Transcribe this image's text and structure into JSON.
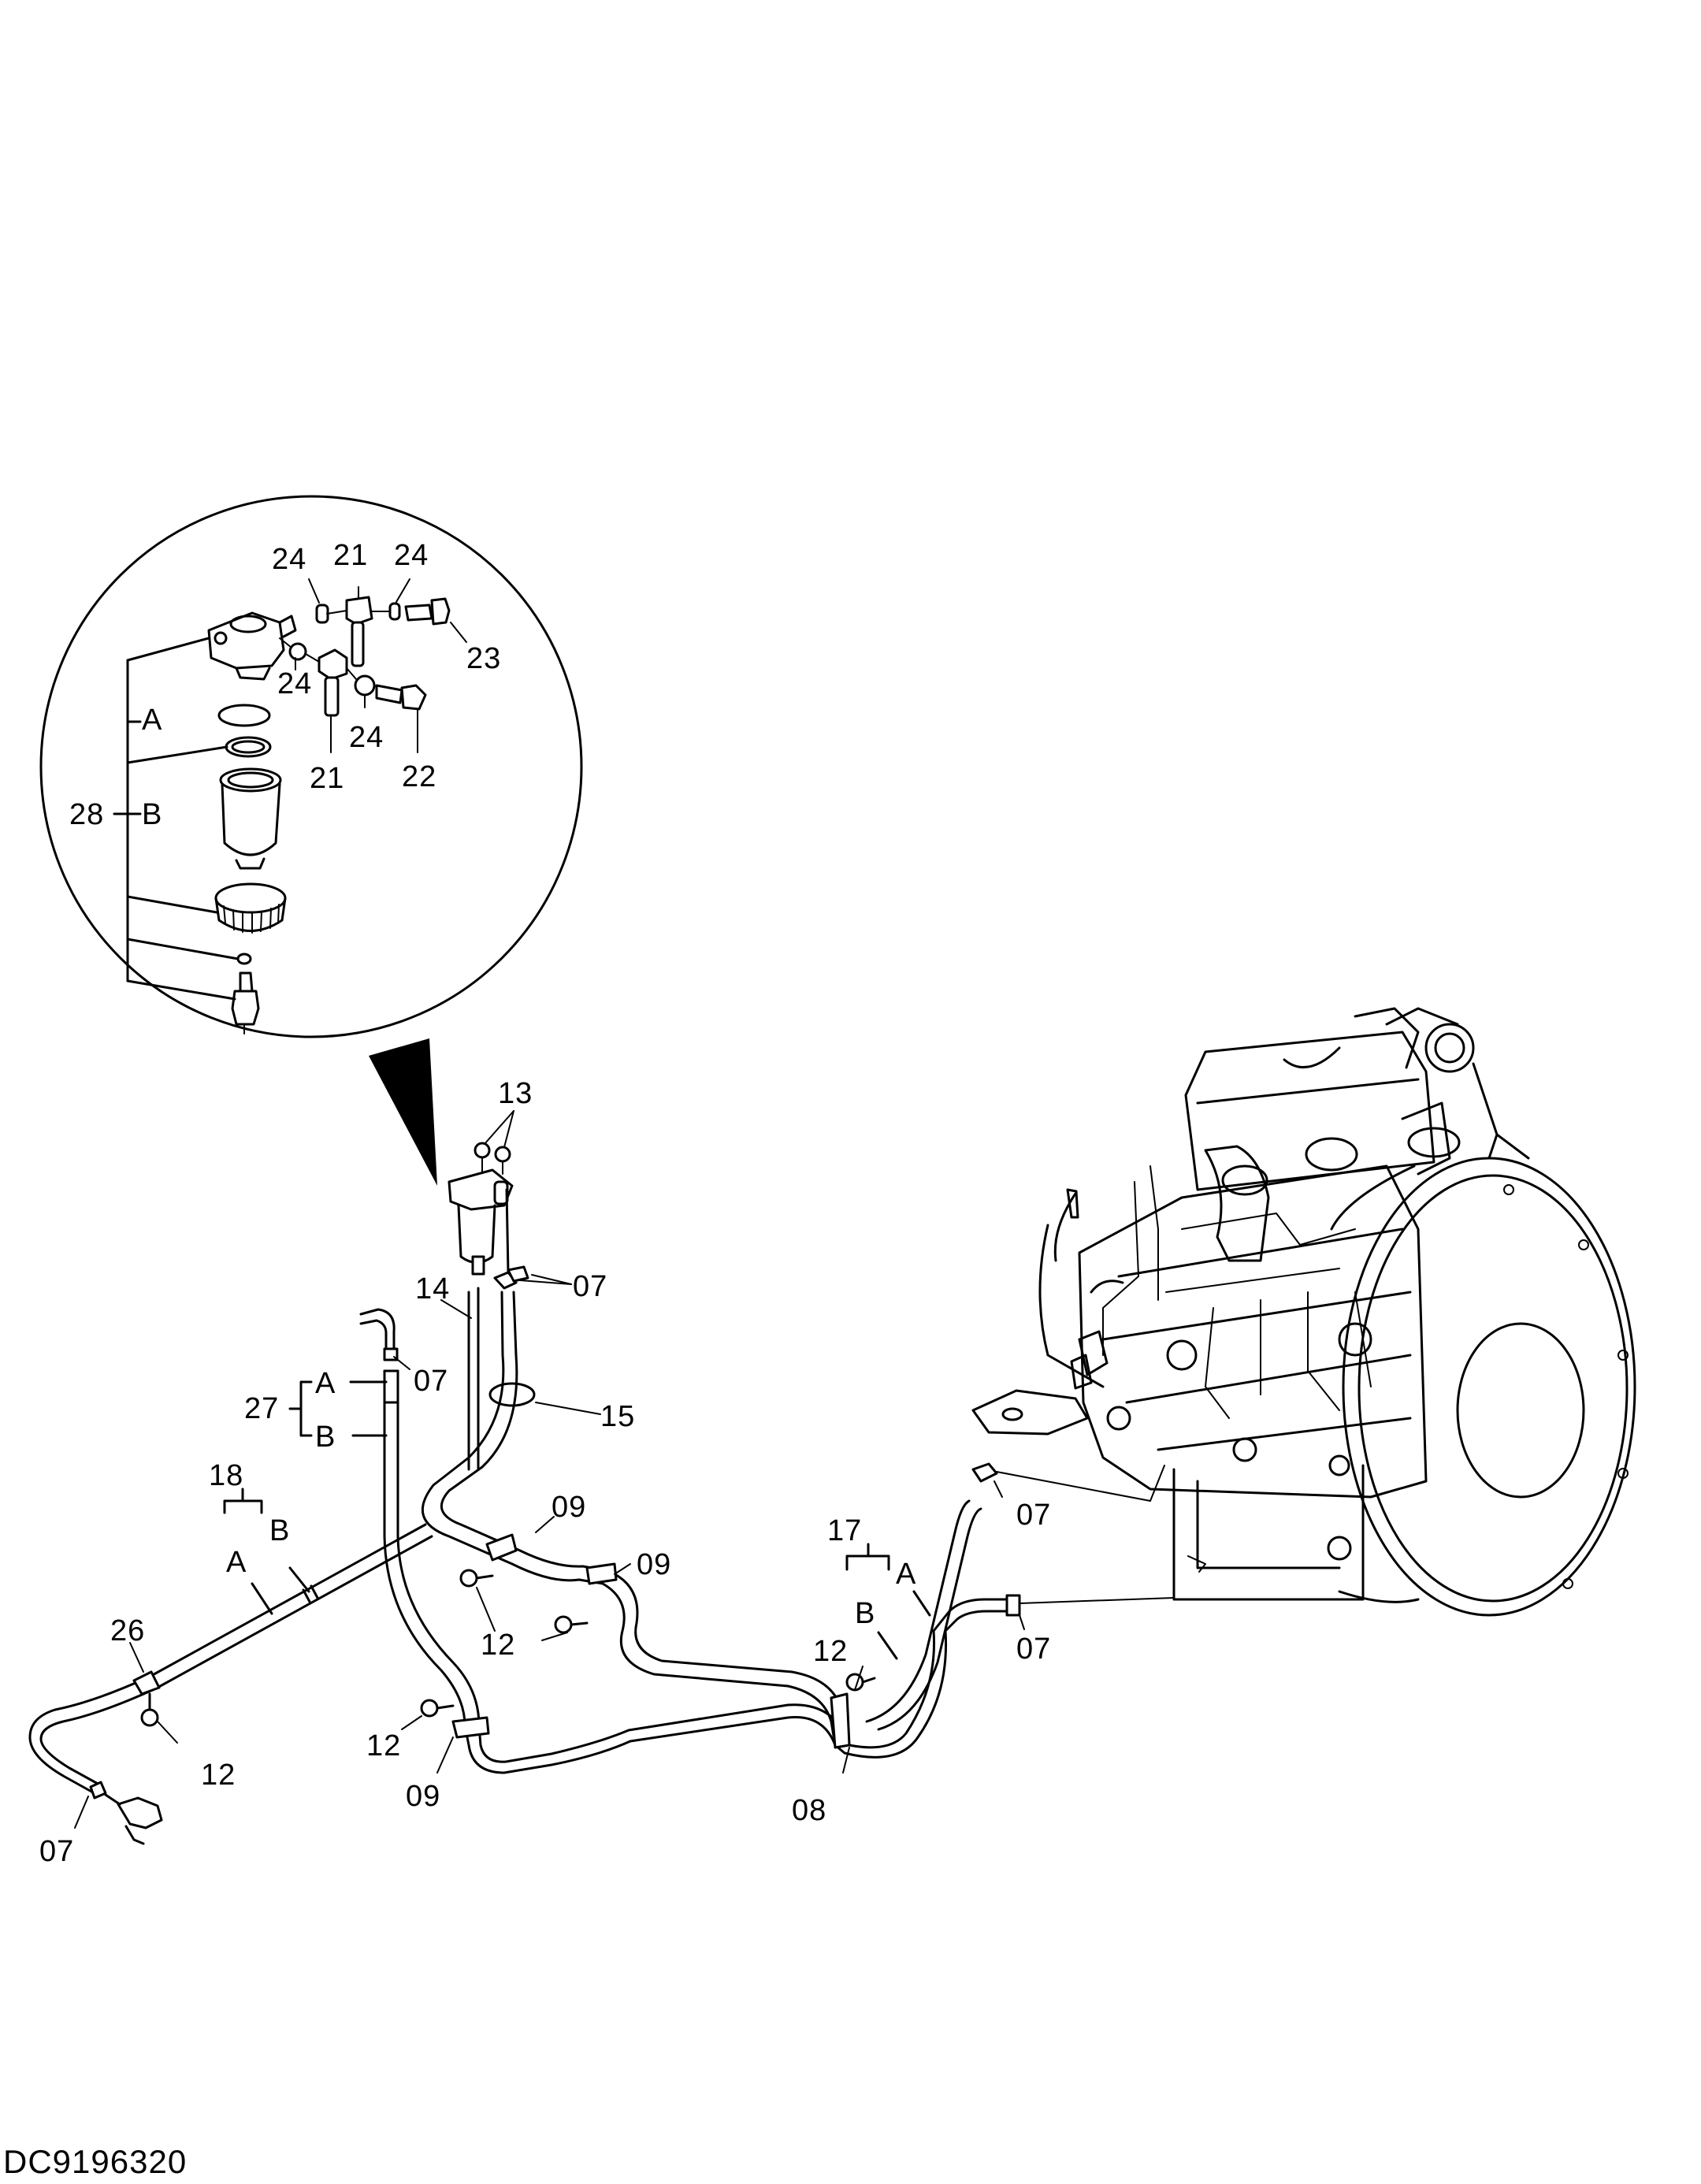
{
  "drawing_number": "DC9196320",
  "callouts": [
    {
      "id": "c24a",
      "text": "24"
    },
    {
      "id": "c21a",
      "text": "21"
    },
    {
      "id": "c24b",
      "text": "24"
    },
    {
      "id": "c23",
      "text": "23"
    },
    {
      "id": "c24c",
      "text": "24"
    },
    {
      "id": "c24d",
      "text": "24"
    },
    {
      "id": "c22",
      "text": "22"
    },
    {
      "id": "c21b",
      "text": "21"
    },
    {
      "id": "cA1",
      "text": "A"
    },
    {
      "id": "c28",
      "text": "28"
    },
    {
      "id": "cB1",
      "text": "B"
    },
    {
      "id": "c13",
      "text": "13"
    },
    {
      "id": "c14",
      "text": "14"
    },
    {
      "id": "c07a",
      "text": "07"
    },
    {
      "id": "c07b",
      "text": "07"
    },
    {
      "id": "c27",
      "text": "27"
    },
    {
      "id": "cA2",
      "text": "A"
    },
    {
      "id": "cB2",
      "text": "B"
    },
    {
      "id": "c15",
      "text": "15"
    },
    {
      "id": "c18",
      "text": "18"
    },
    {
      "id": "cB3",
      "text": "B"
    },
    {
      "id": "cA3",
      "text": "A"
    },
    {
      "id": "c09a",
      "text": "09"
    },
    {
      "id": "c09b",
      "text": "09"
    },
    {
      "id": "c12a",
      "text": "12"
    },
    {
      "id": "c26",
      "text": "26"
    },
    {
      "id": "c12b",
      "text": "12"
    },
    {
      "id": "c12c",
      "text": "12"
    },
    {
      "id": "c09c",
      "text": "09"
    },
    {
      "id": "c07c",
      "text": "07"
    },
    {
      "id": "c17",
      "text": "17"
    },
    {
      "id": "cA4",
      "text": "A"
    },
    {
      "id": "cB4",
      "text": "B"
    },
    {
      "id": "c12d",
      "text": "12"
    },
    {
      "id": "c08",
      "text": "08"
    },
    {
      "id": "c07d",
      "text": "07"
    },
    {
      "id": "c07e",
      "text": "07"
    }
  ]
}
